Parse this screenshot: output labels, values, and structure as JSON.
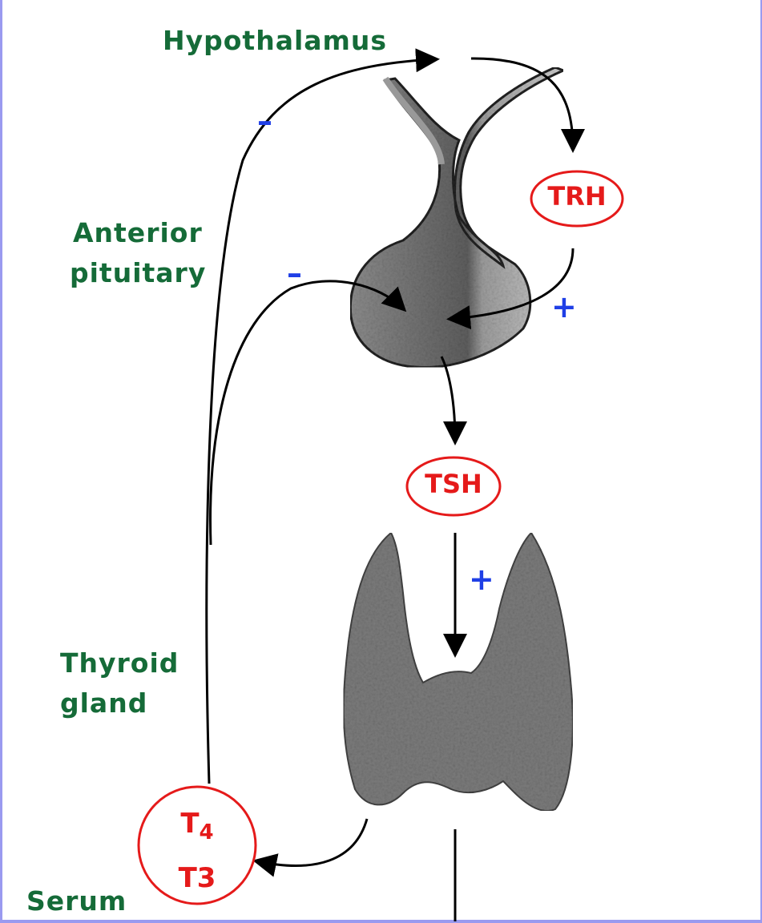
{
  "labels": {
    "hypothalamus": "Hypothalamus",
    "anterior_pituitary_line1": "Anterior",
    "anterior_pituitary_line2": "pituitary",
    "thyroid_line1": "Thyroid",
    "thyroid_line2": "gland",
    "serum": "Serum"
  },
  "hormones": {
    "trh": "TRH",
    "tsh": "TSH",
    "t4_base": "T",
    "t4_sub": "4",
    "t3": "T3"
  },
  "signs": {
    "minus_hypothalamus": "–",
    "minus_pituitary": "–",
    "plus_trh": "+",
    "plus_tsh": "+"
  },
  "colors": {
    "label_green": "#156b38",
    "hormone_red": "#e51a1a",
    "sign_blue": "#1f3fe6",
    "border_lavender": "#9a9af0"
  }
}
